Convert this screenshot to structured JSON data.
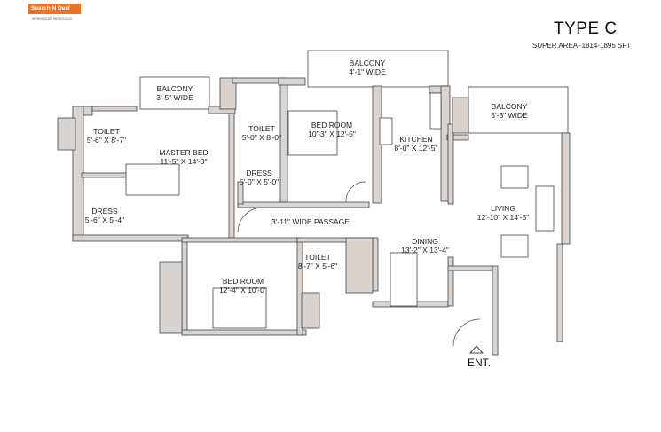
{
  "brand": {
    "name": "Search N Deal",
    "phones": "9876XXXX10 | 9876XXXX10"
  },
  "header": {
    "title": "TYPE C",
    "subtitle": "SUPER AREA -1814-1895 SFT"
  },
  "rooms": [
    {
      "id": "balcony-1",
      "name": "BALCONY",
      "size": "3'-5\" WIDE"
    },
    {
      "id": "toilet-1",
      "name": "TOILET",
      "size": "5'-6\" X 8'-7\""
    },
    {
      "id": "master-bed",
      "name": "MASTER BED",
      "size": "11'-5\" X 14'-3\""
    },
    {
      "id": "dress-1",
      "name": "DRESS",
      "size": "5'-6\" X 5'-4\""
    },
    {
      "id": "toilet-2",
      "name": "TOILET",
      "size": "5'-0\" X 8'-0\""
    },
    {
      "id": "dress-2",
      "name": "DRESS",
      "size": "5'-0\" X 5'-0\""
    },
    {
      "id": "bedroom-1",
      "name": "BED ROOM",
      "size": "10'-3\" X 12'-5\""
    },
    {
      "id": "balcony-2",
      "name": "BALCONY",
      "size": "4'-1\" WIDE"
    },
    {
      "id": "kitchen",
      "name": "KITCHEN",
      "size": "8'-0\" X 12'-5\""
    },
    {
      "id": "balcony-3",
      "name": "BALCONY",
      "size": "5'-3\" WIDE"
    },
    {
      "id": "living",
      "name": "LIVING",
      "size": "12'-10\" X 14'-5\""
    },
    {
      "id": "passage",
      "name": "3'-11\"  WIDE    PASSAGE",
      "size": ""
    },
    {
      "id": "dining",
      "name": "DINING",
      "size": "13'-2\" X 13'-4\""
    },
    {
      "id": "toilet-3",
      "name": "TOILET",
      "size": "8'-7\" X 5'-6\""
    },
    {
      "id": "bedroom-2",
      "name": "BED ROOM",
      "size": "12'-4\" X 10'-0\""
    }
  ],
  "entrance": {
    "label": "ENT."
  },
  "colors": {
    "wall_fill": "#d9d4d0",
    "wall_stroke": "#444444",
    "brand": "#e8742a"
  }
}
